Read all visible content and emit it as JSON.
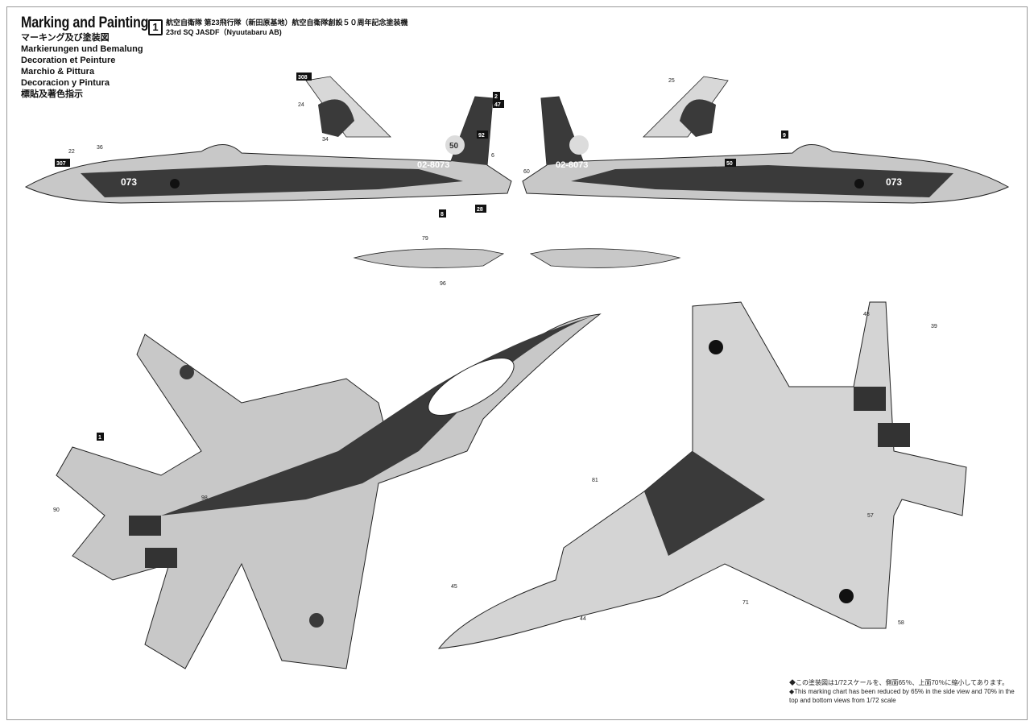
{
  "header": {
    "title": "Marking and Painting",
    "subtitles": [
      "マーキング及び塗装図",
      "Markierungen und Bemalung",
      "Decoration et Peinture",
      "Marchio & Pittura",
      "Decoracion y Pintura",
      "標貼及著色指示"
    ]
  },
  "scheme": {
    "number": "1",
    "title_jp": "航空自衛隊 第23飛行隊（新田原基地）航空自衛隊創設５０周年記念塗装機",
    "title_en": "23rd SQ  JASDF（Nyuutabaru AB)"
  },
  "aircraft": {
    "nose_number": "073",
    "tail_number": "02-8073",
    "tail_emblem": "50"
  },
  "callouts": [
    "307",
    "308",
    "28",
    "8",
    "2",
    "47",
    "92",
    "9",
    "50",
    "1",
    "79",
    "96",
    "90",
    "45",
    "44",
    "57",
    "58",
    "48",
    "34",
    "36",
    "22",
    "6",
    "60",
    "98",
    "71",
    "39",
    "81",
    "24",
    "25"
  ],
  "notes": [
    "◆この塗装図は1/72スケールを、側面65％、上面70％に縮小してあります。",
    "◆This marking chart has been reduced by 65% in the side view and 70% in the top and bottom views from 1/72 scale"
  ],
  "colors": {
    "dark": "#3a3a3a",
    "mid": "#8c8c8c",
    "light": "#c8c8c8",
    "pale": "#e4e4e4"
  }
}
